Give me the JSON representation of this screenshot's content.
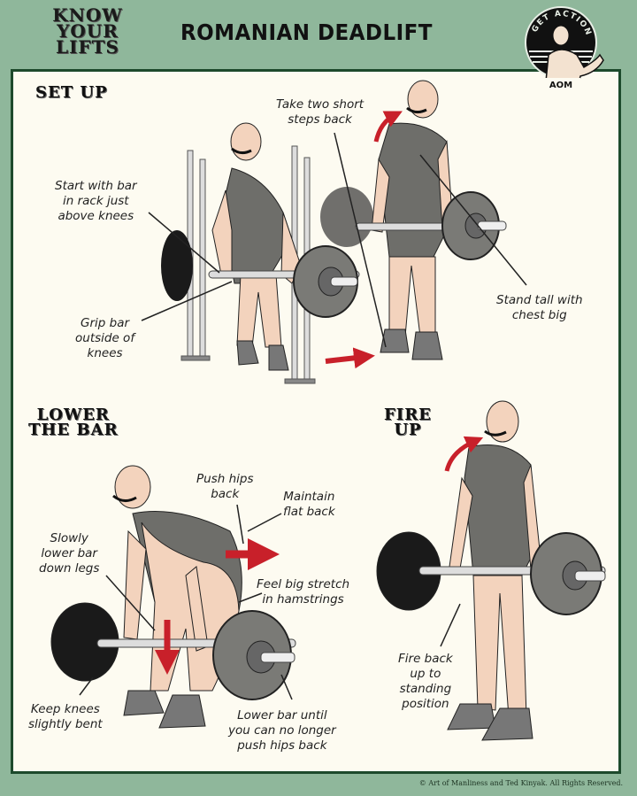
{
  "header": {
    "series_logo": [
      "KNOW",
      "YOUR",
      "LIFTS"
    ],
    "title": "ROMANIAN DEADLIFT",
    "badge": {
      "ring_text": "GET ACTION",
      "monogram": "AOM"
    }
  },
  "sections": [
    {
      "id": "set-up",
      "title_lines": [
        "SET UP"
      ],
      "captions": [
        {
          "lines": [
            "Start with bar",
            "in rack just",
            "above knees"
          ]
        },
        {
          "lines": [
            "Grip bar",
            "outside of",
            "knees"
          ]
        },
        {
          "lines": [
            "Take two short",
            "steps back"
          ]
        },
        {
          "lines": [
            "Stand tall with",
            "chest big"
          ]
        }
      ]
    },
    {
      "id": "lower-the-bar",
      "title_lines": [
        "LOWER",
        "THE BAR"
      ],
      "captions": [
        {
          "lines": [
            "Push hips",
            "back"
          ]
        },
        {
          "lines": [
            "Maintain",
            "flat back"
          ]
        },
        {
          "lines": [
            "Slowly",
            "lower bar",
            "down legs"
          ]
        },
        {
          "lines": [
            "Feel big stretch",
            "in hamstrings"
          ]
        },
        {
          "lines": [
            "Keep knees",
            "slightly bent"
          ]
        },
        {
          "lines": [
            "Lower bar until",
            "you can no longer",
            "push hips back"
          ]
        }
      ]
    },
    {
      "id": "fire-up",
      "title_lines": [
        "FIRE",
        "UP"
      ],
      "captions": [
        {
          "lines": [
            "Fire back",
            "up to",
            "standing",
            "position"
          ]
        }
      ]
    }
  ],
  "footer": {
    "copyright": "© Art of Manliness and Ted Kinyak. All Rights Reserved."
  },
  "colors": {
    "background_green": "#8fb79b",
    "panel_cream": "#fdfbf1",
    "frame_dark_green": "#1d4a2c",
    "arrow_red": "#c8202a",
    "singlet_gray": "#6e6e6a",
    "skin": "#f3d3bd",
    "plate_black": "#1a1a1a",
    "plate_gray": "#7a7a76"
  }
}
